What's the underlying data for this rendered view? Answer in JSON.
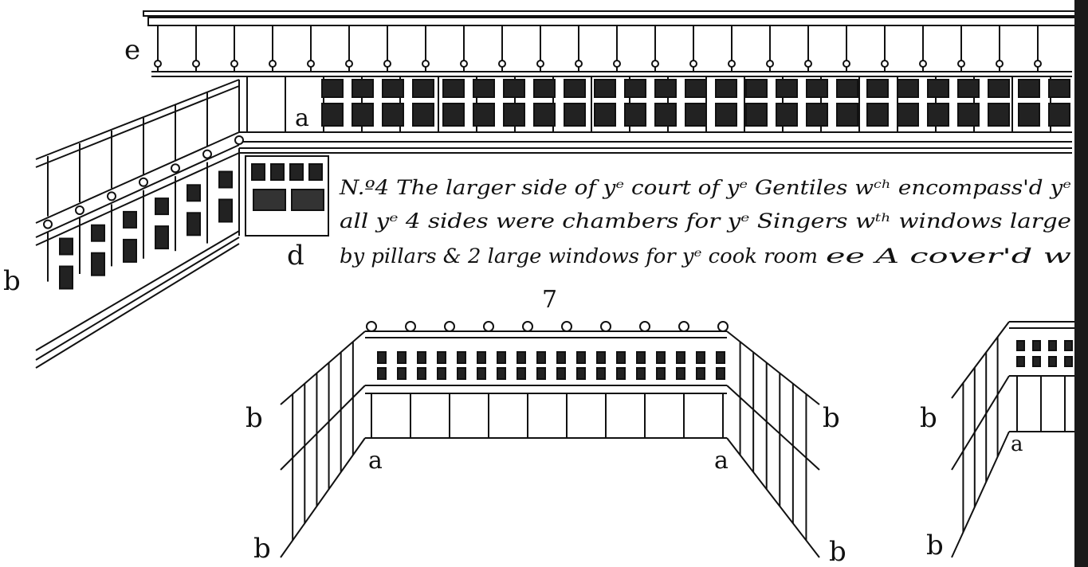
{
  "labels": {
    "e_top": "e",
    "a_top": "a",
    "b_left": "b",
    "d_mid": "d",
    "num_7": "7",
    "b_upper_left": "b",
    "b_lower_left": "b",
    "b_upper_right": "b",
    "b_lower_right": "b",
    "a_left_court": "a",
    "a_right_court": "a",
    "b_upper_far": "b",
    "b_lower_far": "b",
    "a_far": "a"
  },
  "caption": {
    "line1": "N.º4 The larger side of yᵉ court of yᵉ Gentiles wᶜʰ encompass'd yᵉ",
    "line2": "all yᵉ 4 sides were chambers for yᵉ Singers wᵗʰ windows large",
    "line3": "by pillars & 2 large windows for yᵉ cook room",
    "line3_tail": "ee A cover'd w"
  }
}
